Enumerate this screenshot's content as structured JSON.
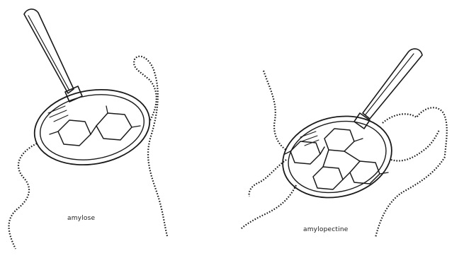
{
  "diagram": {
    "panels": [
      {
        "id": "left",
        "label": "amylose"
      },
      {
        "id": "right",
        "label": "amylopectine"
      }
    ],
    "colors": {
      "ink": "#1a1a1a",
      "background": "#ffffff"
    },
    "icons": [
      "magnifying-glass-icon"
    ]
  }
}
